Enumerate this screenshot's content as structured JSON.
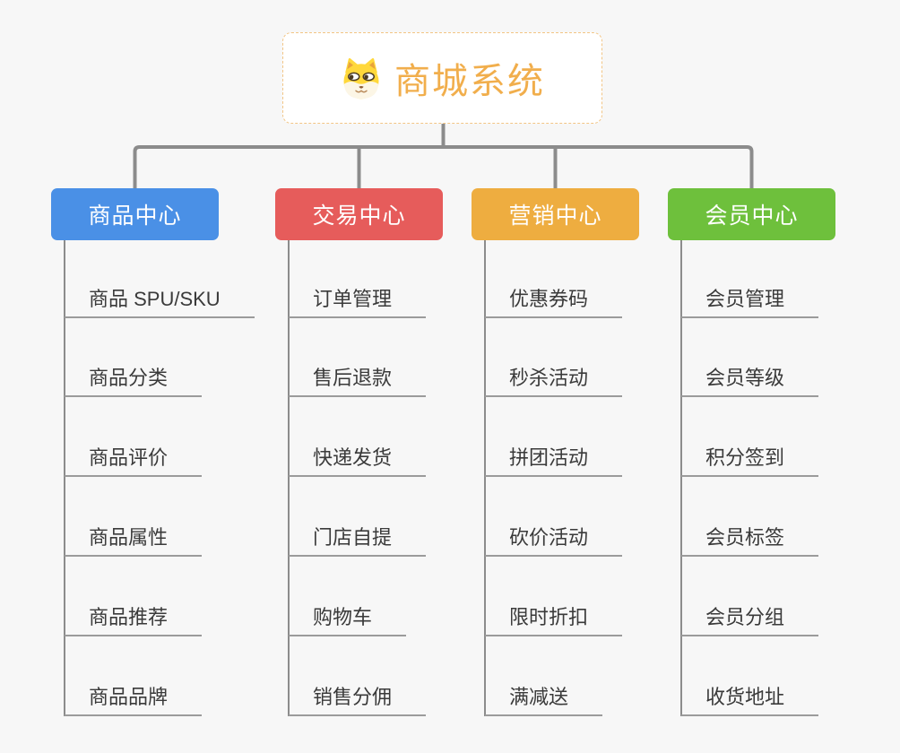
{
  "canvas": {
    "background": "#F7F7F7",
    "connector_color": "#8C8C8C",
    "leaf_underline_color": "#9B9B9B",
    "leaf_text_color": "#3A3A3A"
  },
  "root": {
    "title": "商城系统",
    "title_color": "#F1AE4C",
    "border_color": "#F2C585",
    "icon": "dog-face-icon"
  },
  "branches": [
    {
      "label": "商品中心",
      "color": "#4A90E6",
      "items": [
        "商品 SPU/SKU",
        "商品分类",
        "商品评价",
        "商品属性",
        "商品推荐",
        "商品品牌"
      ]
    },
    {
      "label": "交易中心",
      "color": "#E65C5B",
      "items": [
        "订单管理",
        "售后退款",
        "快递发货",
        "门店自提",
        "购物车",
        "销售分佣"
      ]
    },
    {
      "label": "营销中心",
      "color": "#EEAD40",
      "items": [
        "优惠券码",
        "秒杀活动",
        "拼团活动",
        "砍价活动",
        "限时折扣",
        "满减送"
      ]
    },
    {
      "label": "会员中心",
      "color": "#6EC03C",
      "items": [
        "会员管理",
        "会员等级",
        "积分签到",
        "会员标签",
        "会员分组",
        "收货地址"
      ]
    }
  ]
}
